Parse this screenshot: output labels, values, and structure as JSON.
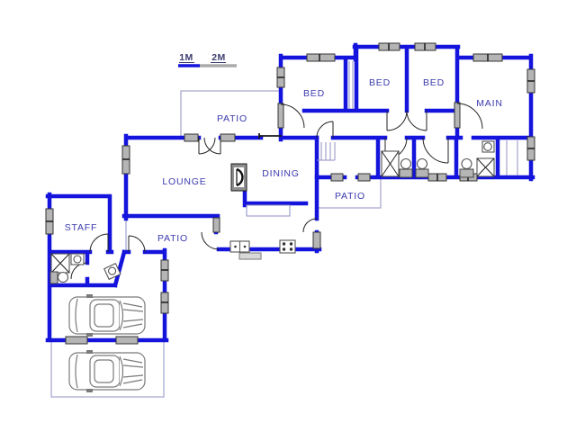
{
  "drawing": {
    "type": "residential floor plan",
    "scale_bar": {
      "label_1m": "1M",
      "label_2m": "2M"
    },
    "rooms": {
      "patio_upper": {
        "label": "PATIO"
      },
      "bed1": {
        "label": "BED"
      },
      "bed2": {
        "label": "BED"
      },
      "bed3": {
        "label": "BED"
      },
      "main": {
        "label": "MAIN"
      },
      "lounge": {
        "label": "LOUNGE"
      },
      "dining": {
        "label": "DINING"
      },
      "patio_right": {
        "label": "PATIO"
      },
      "patio_lower": {
        "label": "PATIO"
      },
      "staff": {
        "label": "STAFF"
      }
    },
    "icons": [
      "window-icon",
      "door-swing-icon",
      "double-door-icon",
      "stairs-icon",
      "shower-icon",
      "toilet-icon",
      "sink-icon",
      "basin-icon",
      "kitchen-sink-icon",
      "stove-icon",
      "fireplace-icon",
      "counter-icon",
      "wardrobe-icon",
      "garage-door-icon",
      "car-icon"
    ],
    "colors": {
      "wall": "#1414dd",
      "thin_outline": "#8f8fc4",
      "label_text": "#3a3aae",
      "scale_text": "#3c3c6e",
      "window_fill": "#b5b5b5",
      "door_arc": "#222222",
      "fixture": "#555555",
      "background": "#ffffff"
    }
  }
}
